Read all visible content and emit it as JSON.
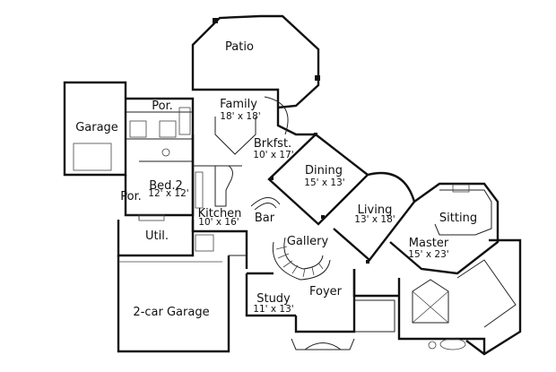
{
  "rooms": {
    "patio": {
      "name": "Patio"
    },
    "family": {
      "name": "Family",
      "size": "18' x 18'"
    },
    "porch_top": {
      "name": "Por."
    },
    "garage": {
      "name": "Garage"
    },
    "breakfast": {
      "name": "Brkfst.",
      "size": "10' x 17'"
    },
    "dining": {
      "name": "Dining",
      "size": "15' x 13'"
    },
    "bed2": {
      "name": "Bed.2",
      "size": "12' x 12'"
    },
    "porch_side": {
      "name": "Por."
    },
    "kitchen": {
      "name": "Kitchen",
      "size": "10' x 16'"
    },
    "bar": {
      "name": "Bar"
    },
    "living": {
      "name": "Living",
      "size": "13' x 18'"
    },
    "sitting": {
      "name": "Sitting"
    },
    "master": {
      "name": "Master",
      "size": "15' x 23'"
    },
    "utility": {
      "name": "Util."
    },
    "gallery": {
      "name": "Gallery"
    },
    "study": {
      "name": "Study",
      "size": "11' x 13'"
    },
    "foyer": {
      "name": "Foyer"
    },
    "garage2": {
      "name": "2-car Garage"
    }
  }
}
